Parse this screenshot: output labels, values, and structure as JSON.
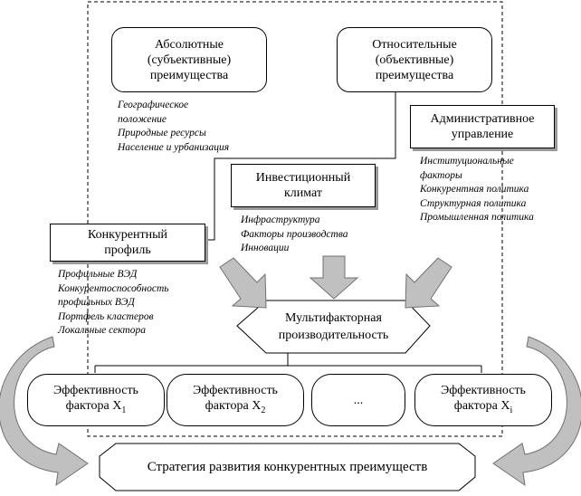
{
  "boxes": {
    "absolute": [
      "Абсолютные",
      "(субъективные)",
      "преимущества"
    ],
    "relative": [
      "Относительные",
      "(объективные)",
      "преимущества"
    ],
    "admin": [
      "Административное",
      "управление"
    ],
    "invest": [
      "Инвестиционный",
      "климат"
    ],
    "competitive": [
      "Конкурентный",
      "профиль"
    ],
    "multifactor": [
      "Мультифакторная",
      "производительность"
    ],
    "strategy": "Стратегия развития конкурентных преимуществ"
  },
  "lists": {
    "absolute": [
      "Географическое",
      "положение",
      "Природные ресурсы",
      "Население и урбанизация"
    ],
    "admin": [
      "Институциональные",
      "факторы",
      "Конкурентная политика",
      "Структурная политика",
      "Промышленная политика"
    ],
    "invest": [
      "Инфраструктура",
      "Факторы производства",
      "Инновации"
    ],
    "competitive": [
      "Профильные ВЭД",
      "Конкурентоспособность",
      "профильных ВЭД",
      "Портфель кластеров",
      "Локальные сектора"
    ]
  },
  "factors": [
    {
      "label": "Эффективность",
      "prefix": "фактора X",
      "sub": "1"
    },
    {
      "label": "Эффективность",
      "prefix": "фактора X",
      "sub": "2"
    },
    {
      "label": "...",
      "prefix": "",
      "sub": ""
    },
    {
      "label": "Эффективность",
      "prefix": "фактора X",
      "sub": "i"
    }
  ],
  "colors": {
    "line": "#000000",
    "arrow_fill": "#c0c0c0",
    "arrow_stroke": "#707070",
    "shadow": "#9a9a9a"
  }
}
